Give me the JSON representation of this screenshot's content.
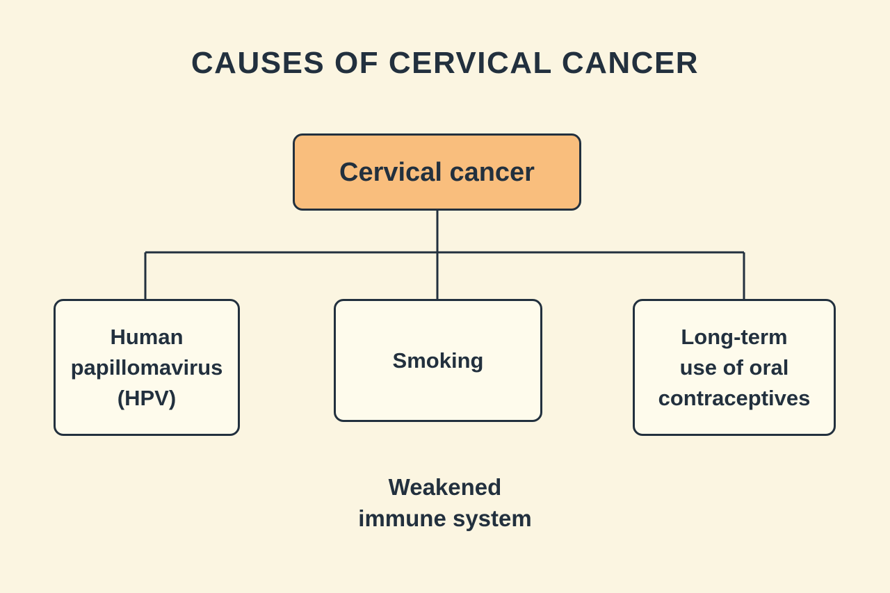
{
  "title": "CAUSES OF CERVICAL CANCER",
  "colors": {
    "background": "#FBF5E1",
    "node_fill": "#FEFBEC",
    "root_fill": "#F9BE7D",
    "ink": "#22303E"
  },
  "diagram": {
    "root": {
      "label": "Cervical cancer"
    },
    "children": [
      {
        "label": "Human\npapillomavirus\n(HPV)"
      },
      {
        "label": "Smoking"
      },
      {
        "label": "Long-term\nuse of oral\ncontraceptives"
      }
    ],
    "floating_label": "Weakened\nimmune system"
  }
}
